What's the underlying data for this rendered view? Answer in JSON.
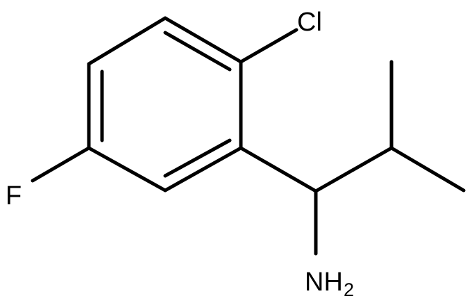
{
  "molecule": {
    "atoms": {
      "cl": "Cl",
      "f": "F",
      "nh2_main": "NH",
      "nh2_sub": "2"
    }
  }
}
